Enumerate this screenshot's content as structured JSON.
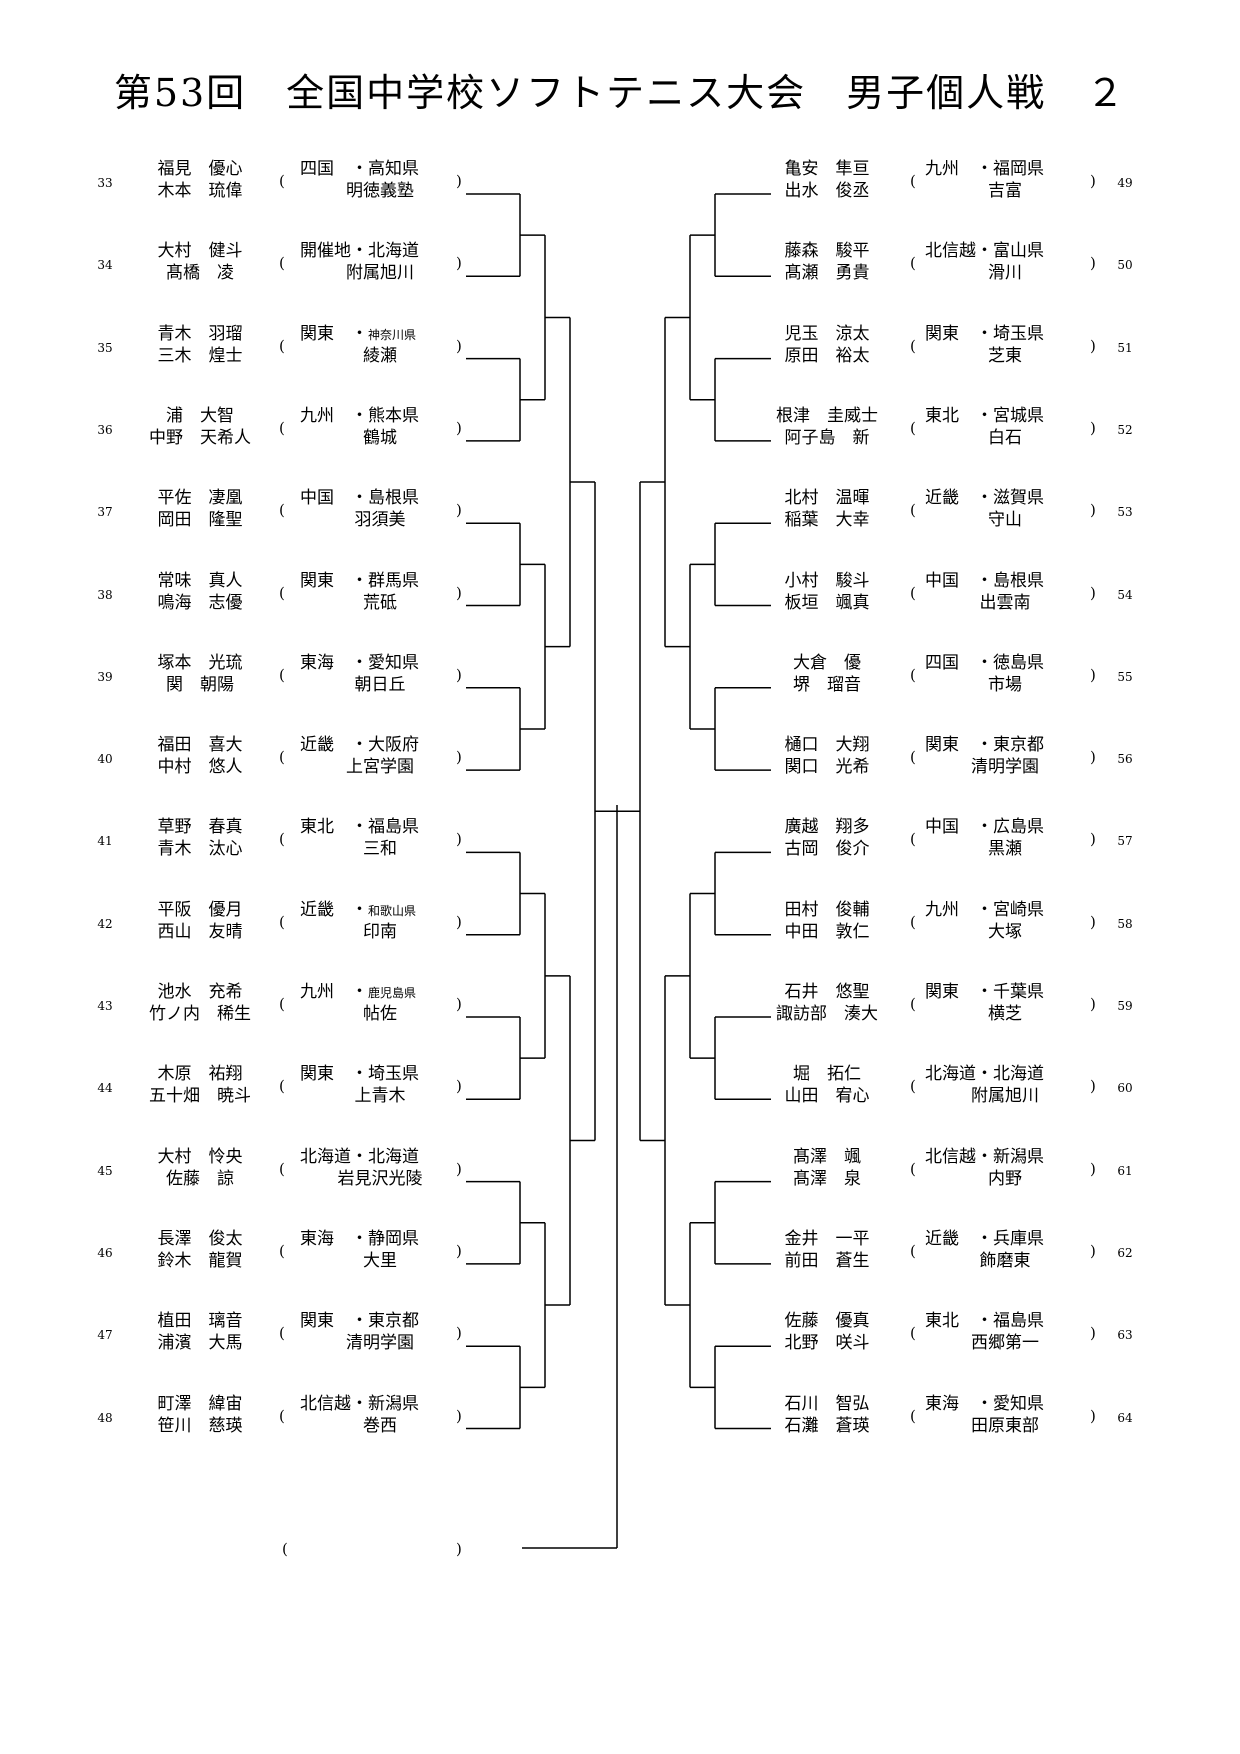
{
  "title": "第53回　全国中学校ソフトテニス大会　男子個人戦　２",
  "left": [
    {
      "seed": "33",
      "p1": "福見　優心",
      "p2": "木本　琉偉",
      "region": "四国　・",
      "pref": "高知県",
      "school": "明徳義塾"
    },
    {
      "seed": "34",
      "p1": "大村　健斗",
      "p2": "髙橋　凌",
      "region": "開催地・",
      "pref": "北海道",
      "school": "附属旭川"
    },
    {
      "seed": "35",
      "p1": "青木　羽瑠",
      "p2": "三木　煌士",
      "region": "関東　・",
      "pref": "神奈川県",
      "school": "綾瀬",
      "small": true
    },
    {
      "seed": "36",
      "p1": "浦　大智",
      "p2": "中野　天希人",
      "region": "九州　・",
      "pref": "熊本県",
      "school": "鶴城"
    },
    {
      "seed": "37",
      "p1": "平佐　凄凰",
      "p2": "岡田　隆聖",
      "region": "中国　・",
      "pref": "島根県",
      "school": "羽須美"
    },
    {
      "seed": "38",
      "p1": "常味　真人",
      "p2": "鳴海　志優",
      "region": "関東　・",
      "pref": "群馬県",
      "school": "荒砥"
    },
    {
      "seed": "39",
      "p1": "塚本　光琉",
      "p2": "関　朝陽",
      "region": "東海　・",
      "pref": "愛知県",
      "school": "朝日丘"
    },
    {
      "seed": "40",
      "p1": "福田　喜大",
      "p2": "中村　悠人",
      "region": "近畿　・",
      "pref": "大阪府",
      "school": "上宮学園"
    },
    {
      "seed": "41",
      "p1": "草野　春真",
      "p2": "青木　汰心",
      "region": "東北　・",
      "pref": "福島県",
      "school": "三和"
    },
    {
      "seed": "42",
      "p1": "平阪　優月",
      "p2": "西山　友晴",
      "region": "近畿　・",
      "pref": "和歌山県",
      "school": "印南",
      "small": true
    },
    {
      "seed": "43",
      "p1": "池水　充希",
      "p2": "竹ノ内　稀生",
      "region": "九州　・",
      "pref": "鹿児島県",
      "school": "帖佐",
      "small": true
    },
    {
      "seed": "44",
      "p1": "木原　祐翔",
      "p2": "五十畑　暁斗",
      "region": "関東　・",
      "pref": "埼玉県",
      "school": "上青木"
    },
    {
      "seed": "45",
      "p1": "大村　怜央",
      "p2": "佐藤　諒",
      "region": "北海道・",
      "pref": "北海道",
      "school": "岩見沢光陵"
    },
    {
      "seed": "46",
      "p1": "長澤　俊太",
      "p2": "鈴木　龍賀",
      "region": "東海　・",
      "pref": "静岡県",
      "school": "大里"
    },
    {
      "seed": "47",
      "p1": "植田　璃音",
      "p2": "浦濱　大馬",
      "region": "関東　・",
      "pref": "東京都",
      "school": "清明学園"
    },
    {
      "seed": "48",
      "p1": "町澤　緯宙",
      "p2": "笹川　慈瑛",
      "region": "北信越・",
      "pref": "新潟県",
      "school": "巻西"
    }
  ],
  "right": [
    {
      "seed": "49",
      "p1": "亀安　隼亘",
      "p2": "出水　俊丞",
      "region": "九州　・",
      "pref": "福岡県",
      "school": "吉富"
    },
    {
      "seed": "50",
      "p1": "藤森　駿平",
      "p2": "髙瀬　勇貴",
      "region": "北信越・",
      "pref": "富山県",
      "school": "滑川"
    },
    {
      "seed": "51",
      "p1": "児玉　涼太",
      "p2": "原田　裕太",
      "region": "関東　・",
      "pref": "埼玉県",
      "school": "芝東"
    },
    {
      "seed": "52",
      "p1": "根津　圭威士",
      "p2": "阿子島　新",
      "region": "東北　・",
      "pref": "宮城県",
      "school": "白石"
    },
    {
      "seed": "53",
      "p1": "北村　温暉",
      "p2": "稲葉　大幸",
      "region": "近畿　・",
      "pref": "滋賀県",
      "school": "守山"
    },
    {
      "seed": "54",
      "p1": "小村　駿斗",
      "p2": "板垣　颯真",
      "region": "中国　・",
      "pref": "島根県",
      "school": "出雲南"
    },
    {
      "seed": "55",
      "p1": "大倉　優",
      "p2": "堺　瑠音",
      "region": "四国　・",
      "pref": "徳島県",
      "school": "市場"
    },
    {
      "seed": "56",
      "p1": "樋口　大翔",
      "p2": "関口　光希",
      "region": "関東　・",
      "pref": "東京都",
      "school": "清明学園"
    },
    {
      "seed": "57",
      "p1": "廣越　翔多",
      "p2": "古岡　俊介",
      "region": "中国　・",
      "pref": "広島県",
      "school": "黒瀬"
    },
    {
      "seed": "58",
      "p1": "田村　俊輔",
      "p2": "中田　敦仁",
      "region": "九州　・",
      "pref": "宮崎県",
      "school": "大塚"
    },
    {
      "seed": "59",
      "p1": "石井　悠聖",
      "p2": "諏訪部　湊大",
      "region": "関東　・",
      "pref": "千葉県",
      "school": "横芝"
    },
    {
      "seed": "60",
      "p1": "堀　拓仁",
      "p2": "山田　宥心",
      "region": "北海道・",
      "pref": "北海道",
      "school": "附属旭川"
    },
    {
      "seed": "61",
      "p1": "髙澤　颯",
      "p2": "髙澤　泉",
      "region": "北信越・",
      "pref": "新潟県",
      "school": "内野"
    },
    {
      "seed": "62",
      "p1": "金井　一平",
      "p2": "前田　蒼生",
      "region": "近畿　・",
      "pref": "兵庫県",
      "school": "飾磨東"
    },
    {
      "seed": "63",
      "p1": "佐藤　優真",
      "p2": "北野　咲斗",
      "region": "東北　・",
      "pref": "福島県",
      "school": "西郷第一"
    },
    {
      "seed": "64",
      "p1": "石川　智弘",
      "p2": "石灘　蒼瑛",
      "region": "東海　・",
      "pref": "愛知県",
      "school": "田原東部"
    }
  ],
  "empty_slot": {
    "open": "(",
    "close": ")"
  }
}
